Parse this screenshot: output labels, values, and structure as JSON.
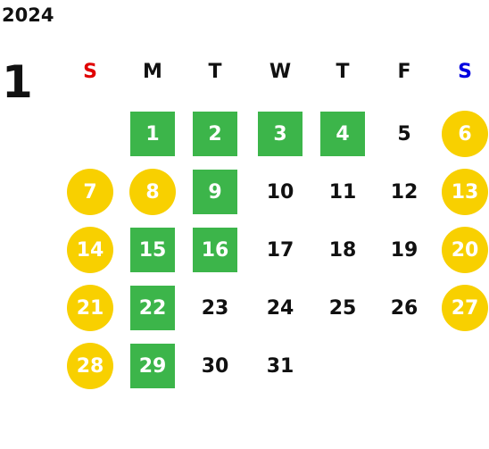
{
  "calendar": {
    "year": "2024",
    "month": "1",
    "weekdays": [
      "S",
      "M",
      "T",
      "W",
      "T",
      "F",
      "S"
    ],
    "weekday_colors": [
      "#e00000",
      "#111111",
      "#111111",
      "#111111",
      "#111111",
      "#111111",
      "#0000e0"
    ],
    "style_colors": {
      "green": "#3cb54a",
      "yellow": "#f8d000"
    },
    "first_day_column": 1,
    "days": [
      {
        "label": "1",
        "style": "green"
      },
      {
        "label": "2",
        "style": "green"
      },
      {
        "label": "3",
        "style": "green"
      },
      {
        "label": "4",
        "style": "green"
      },
      {
        "label": "5",
        "style": "plain"
      },
      {
        "label": "6",
        "style": "yellow"
      },
      {
        "label": "7",
        "style": "yellow"
      },
      {
        "label": "8",
        "style": "yellow"
      },
      {
        "label": "9",
        "style": "green"
      },
      {
        "label": "10",
        "style": "plain"
      },
      {
        "label": "11",
        "style": "plain"
      },
      {
        "label": "12",
        "style": "plain"
      },
      {
        "label": "13",
        "style": "yellow"
      },
      {
        "label": "14",
        "style": "yellow"
      },
      {
        "label": "15",
        "style": "green"
      },
      {
        "label": "16",
        "style": "green"
      },
      {
        "label": "17",
        "style": "plain"
      },
      {
        "label": "18",
        "style": "plain"
      },
      {
        "label": "19",
        "style": "plain"
      },
      {
        "label": "20",
        "style": "yellow"
      },
      {
        "label": "21",
        "style": "yellow"
      },
      {
        "label": "22",
        "style": "green"
      },
      {
        "label": "23",
        "style": "plain"
      },
      {
        "label": "24",
        "style": "plain"
      },
      {
        "label": "25",
        "style": "plain"
      },
      {
        "label": "26",
        "style": "plain"
      },
      {
        "label": "27",
        "style": "yellow"
      },
      {
        "label": "28",
        "style": "yellow"
      },
      {
        "label": "29",
        "style": "green"
      },
      {
        "label": "30",
        "style": "plain"
      },
      {
        "label": "31",
        "style": "plain"
      }
    ]
  }
}
